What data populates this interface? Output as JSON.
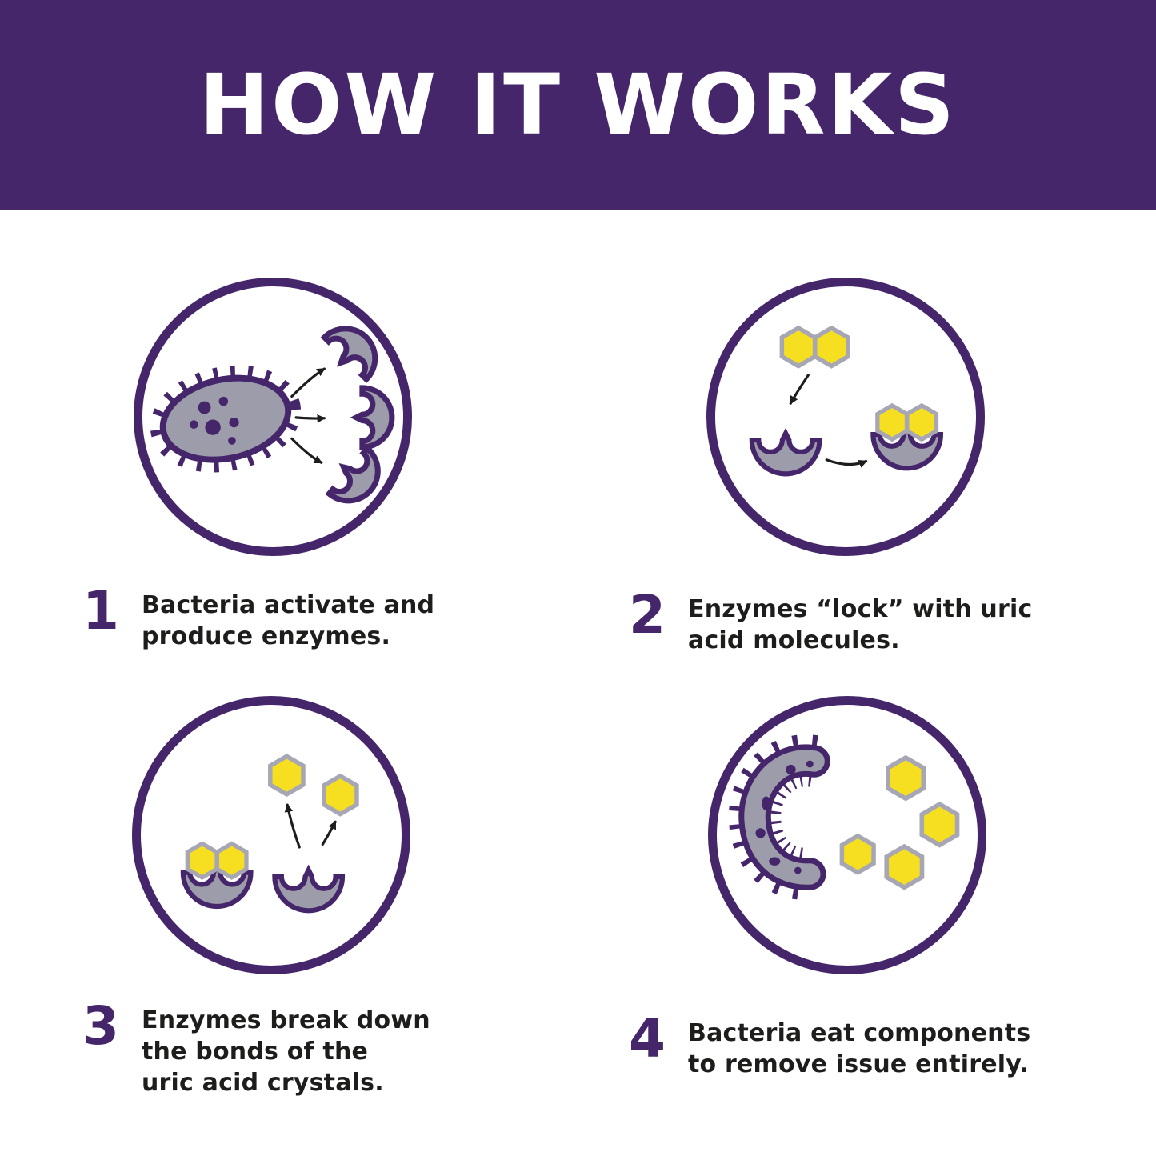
{
  "colors": {
    "purple": "#46266a",
    "gray": "#9c9cab",
    "grayline": "#a6a6b5",
    "yellow": "#f6df20",
    "ink": "#1d1d1b",
    "white": "#ffffff"
  },
  "header": {
    "title": "HOW IT WORKS"
  },
  "steps": [
    {
      "number": "1",
      "text": "Bacteria activate and\nproduce enzymes.",
      "icon": "bacteria-producing-enzymes-icon"
    },
    {
      "number": "2",
      "text": "Enzymes “lock” with uric\nacid molecules.",
      "icon": "enzymes-locking-uric-acid-icon"
    },
    {
      "number": "3",
      "text": "Enzymes break down\nthe bonds of the\nuric acid crystals.",
      "icon": "enzymes-breaking-crystals-icon"
    },
    {
      "number": "4",
      "text": "Bacteria eat components\nto remove issue entirely.",
      "icon": "bacteria-eating-components-icon"
    }
  ]
}
